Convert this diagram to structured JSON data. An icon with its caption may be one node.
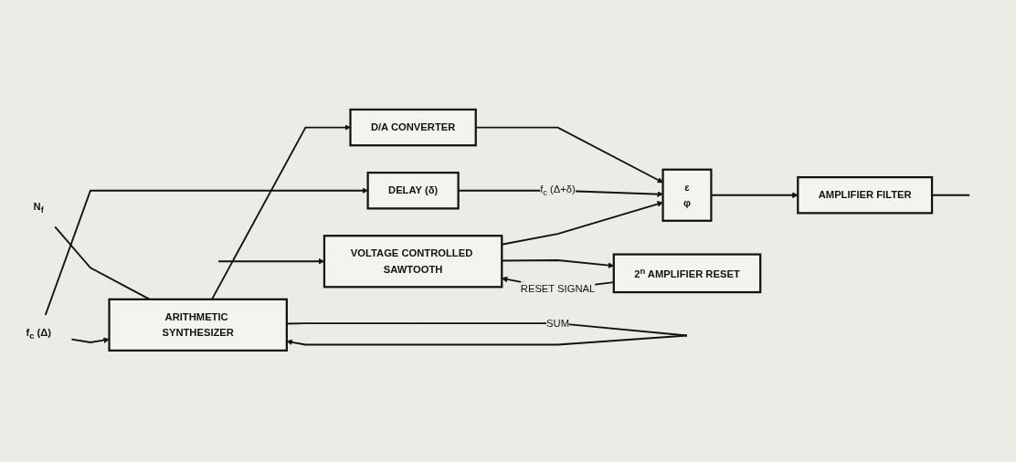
{
  "diagram": {
    "nodes": [
      {
        "text": [
          "N$_{f}$"
        ]
      },
      {
        "text": [
          "ARITHMETIC SYNTHESIZER"
        ]
      },
      {
        "text": [
          "D/A CONVERTER"
        ]
      },
      {
        "text": [
          "f$_{c}$ (Δ)"
        ]
      },
      {
        "text": [
          "DELAY (δ)"
        ]
      },
      {
        "text": [
          "ε",
          "φ"
        ]
      },
      {
        "text": [
          "AMPLIFIER FILTER"
        ]
      },
      {
        "text": [
          "VOLTAGE CONTROLLED SAWTOOTH"
        ]
      },
      {
        "text": [
          "2$^{n}$ AMPLIFIER RESET"
        ]
      }
    ],
    "edges": [
      {
        "from": 0,
        "to": 1,
        "arrow": "none"
      },
      {
        "from": 1,
        "to": 1,
        "arrow": "to",
        "label": "SUM"
      },
      {
        "from": 1,
        "to": 2,
        "arrow": "to"
      },
      {
        "from": 3,
        "to": 1,
        "arrow": "to"
      },
      {
        "from": 3,
        "to": 4,
        "arrow": "to"
      },
      {
        "from": 2,
        "to": 5,
        "arrow": "to"
      },
      {
        "from": 4,
        "to": 5,
        "arrow": "to",
        "label": "f$_{c}$ (Δ+δ)"
      },
      {
        "from": 5,
        "to": 6,
        "arrow": "to"
      },
      {
        "from": 7,
        "to": 5,
        "arrow": "to"
      },
      {
        "from": 7,
        "to": 8,
        "arrow": "to"
      },
      {
        "from": 8,
        "to": 7,
        "arrow": "to",
        "label": "RESET SIGNAL"
      },
      {
        "from": 6,
        "to": null,
        "arrow": "none"
      },
      {
        "from": null,
        "to": 7,
        "arrow": "to"
      }
    ]
  }
}
